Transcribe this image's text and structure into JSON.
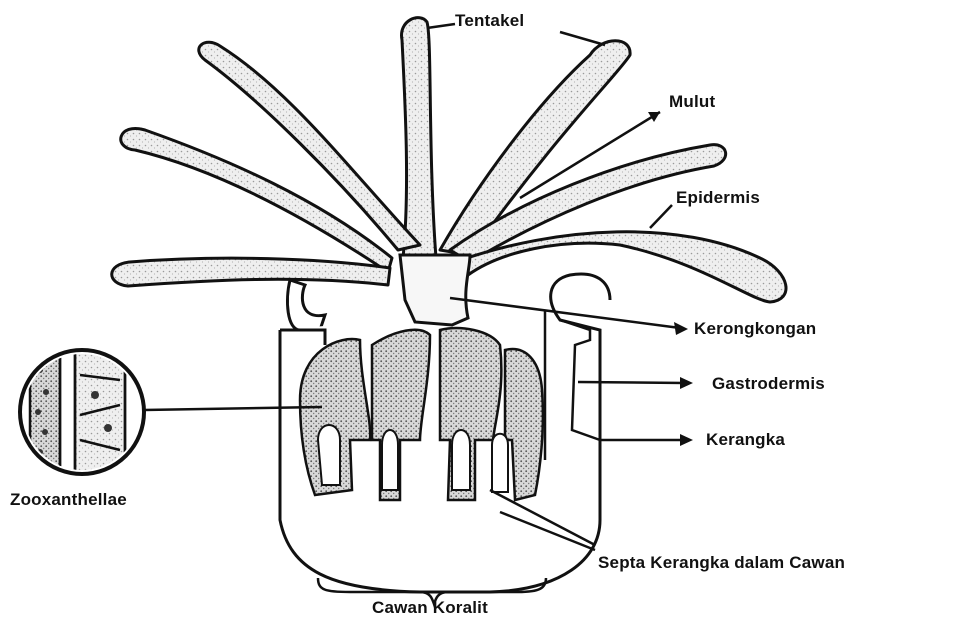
{
  "diagram": {
    "labels": {
      "tentakel": "Tentakel",
      "mulut": "Mulut",
      "epidermis": "Epidermis",
      "kerongkongan": "Kerongkongan",
      "gastrodermis": "Gastrodermis",
      "kerangka": "Kerangka",
      "zooxanthellae": "Zooxanthellae",
      "septa": "Septa Kerangka dalam Cawan",
      "cawan": "Cawan Koralit"
    },
    "colors": {
      "ink": "#111111",
      "body_fill": "#ececec",
      "shade": "#9a9a9a",
      "background": "#ffffff"
    }
  }
}
